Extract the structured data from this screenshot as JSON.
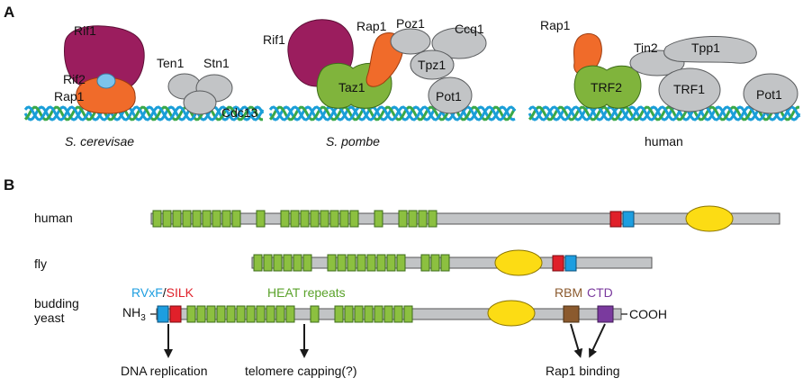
{
  "panel_a": {
    "label": "A",
    "organisms": [
      {
        "name": "S. cerevisae",
        "proteins": [
          "Rif1",
          "Rif2",
          "Rap1",
          "Ten1",
          "Stn1",
          "Cdc13"
        ]
      },
      {
        "name": "S. pombe",
        "proteins": [
          "Rif1",
          "Rap1",
          "Poz1",
          "Ccq1",
          "Taz1",
          "Tpz1",
          "Pot1"
        ]
      },
      {
        "name": "human",
        "proteins": [
          "Rap1",
          "Tin2",
          "Tpp1",
          "TRF2",
          "TRF1",
          "Pot1"
        ]
      }
    ]
  },
  "panel_b": {
    "label": "B",
    "species": [
      "human",
      "fly",
      "budding",
      "yeast"
    ],
    "n_terminus": "NH",
    "n_terminus_sub": "3",
    "c_terminus": "COOH",
    "domain_labels": {
      "rvxf": "RVxF",
      "slash": "/",
      "silk": "SILK",
      "heat": "HEAT repeats",
      "rbm": "RBM",
      "ctd": "CTD"
    },
    "functions": {
      "dna_replication": "DNA replication",
      "telomere_capping": "telomere capping(?)",
      "rap1_binding": "Rap1 binding"
    }
  },
  "colors": {
    "rif1": "#9b1d5e",
    "rap1": "#f06b2a",
    "rif2": "#7cc4ec",
    "taz_trf": "#80b43c",
    "grey_protein": "#c2c4c6",
    "heat": "#8cc040",
    "silk": "#e0202a",
    "rvxf": "#1d9ee0",
    "zinc_ellipse": "#fcdc14",
    "rbm": "#8b5a2e",
    "ctd": "#7a3a9e",
    "backbone": "#c2c4c6",
    "dna_blue": "#1a9ed8",
    "dna_green": "#3aa848"
  }
}
